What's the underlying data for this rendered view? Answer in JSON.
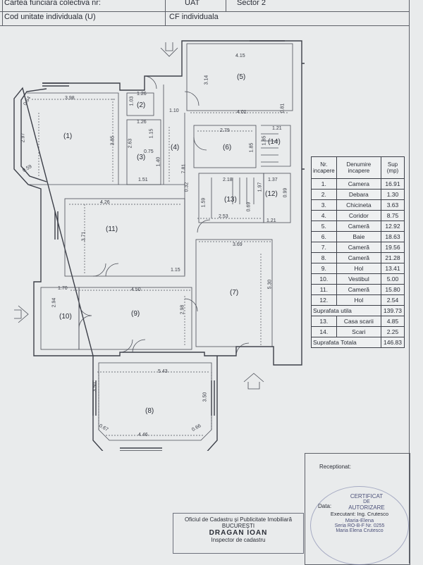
{
  "header": {
    "row1": {
      "col1": "Cartea funciara colectiva nr:",
      "col2": "UAT",
      "col3": "Sector 2"
    },
    "row2": {
      "col1": "Cod unitate individuala (U)",
      "col2": "CF individuala"
    }
  },
  "plan": {
    "rooms": [
      "(1)",
      "(2)",
      "(3)",
      "(4)",
      "(5)",
      "(6)",
      "(7)",
      "(8)",
      "(9)",
      "(10)",
      "(11)",
      "(12)",
      "(13)",
      "(14)"
    ],
    "dimensions": [
      "3.98",
      "2.97",
      "3.85",
      "0.64",
      "0.59",
      "1.26",
      "1.03",
      "1.26",
      "2.63",
      "1.15",
      "0.75",
      "1.40",
      "1.51",
      "1.10",
      "7.81",
      "4.15",
      "3.14",
      "4.01",
      "0.81",
      "2.79",
      "1.85",
      "1.21",
      "1.85",
      "2.18",
      "1.37",
      "1.97",
      "0.32",
      "1.59",
      "2.53",
      "0.69",
      "1.21",
      "0.99",
      "4.26",
      "3.71",
      "3.69",
      "1.15",
      "1.70",
      "4.50",
      "2.94",
      "2.98",
      "5.30",
      "5.43",
      "3.50",
      "3.50",
      "0.67",
      "4.46",
      "0.66"
    ]
  },
  "room_table": {
    "headers": {
      "nr": "Nr. incapere",
      "name": "Denumire incapere",
      "sup": "Sup (mp)"
    },
    "rows": [
      {
        "nr": "1.",
        "name": "Camera",
        "sup": "16.91"
      },
      {
        "nr": "2.",
        "name": "Debara",
        "sup": "1.30"
      },
      {
        "nr": "3.",
        "name": "Chicineta",
        "sup": "3.63"
      },
      {
        "nr": "4.",
        "name": "Coridor",
        "sup": "8.75"
      },
      {
        "nr": "5.",
        "name": "Cameră",
        "sup": "12.92"
      },
      {
        "nr": "6.",
        "name": "Baie",
        "sup": "18.63"
      },
      {
        "nr": "7.",
        "name": "Cameră",
        "sup": "19.56"
      },
      {
        "nr": "8.",
        "name": "Cameră",
        "sup": "21.28"
      },
      {
        "nr": "9.",
        "name": "Hol",
        "sup": "13.41"
      },
      {
        "nr": "10.",
        "name": "Vestibul",
        "sup": "5.00"
      },
      {
        "nr": "11.",
        "name": "Cameră",
        "sup": "15.80"
      },
      {
        "nr": "12.",
        "name": "Hol",
        "sup": "2.54"
      }
    ],
    "subtotal": {
      "label": "Suprafata utila",
      "value": "139.73"
    },
    "extra_rows": [
      {
        "nr": "13.",
        "name": "Casa scarii",
        "sup": "4.85"
      },
      {
        "nr": "14.",
        "name": "Scari",
        "sup": "2.25"
      }
    ],
    "total": {
      "label": "Suprafata Totala",
      "value": "146.83"
    }
  },
  "stamp_panel": {
    "receptionat": "Receptionat:",
    "data": "Data:",
    "certificat_line1": "CERTIFICAT",
    "certificat_line2": "DE",
    "certificat_line3": "AUTORIZARE",
    "executant": "Executant: Ing. Crutesco",
    "name_line1": "Maria-Elena",
    "seria": "Seria RO-B-F Nr. 0255",
    "name_line2": "Maria Elena Crutesco"
  },
  "official_stamp": {
    "line1": "Oficiul de Cadastru și Publicitate Imobiliară",
    "line2": "BUCUREȘTI",
    "line3": "DRAGAN IOAN",
    "line4": "Inspector de cadastru"
  }
}
